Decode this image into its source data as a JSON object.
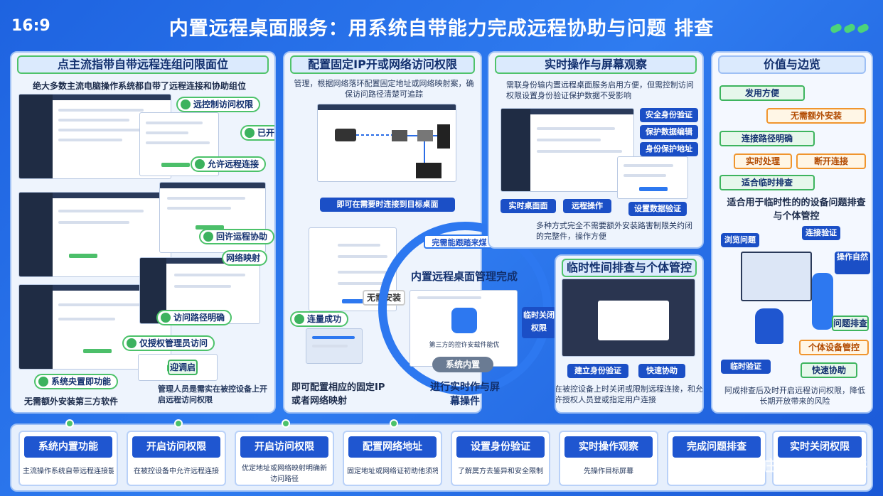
{
  "header": {
    "ratio": "16:9",
    "title": "内置远程桌面服务：用系统自带能力完成远程协助与问题 排查"
  },
  "panel1": {
    "title": "点主流指带自带远程连组问限面位",
    "subtitle": "绝大多数主流电脑操作系统都自带了远程连接和协助组位",
    "tags": [
      "远控制访问权限",
      "允许远程连接",
      "回许运程协助",
      "网络映射",
      "访问路径明确",
      "仅授权管理员访问"
    ],
    "bottom_tag": "系统央置即功能",
    "bottom_left": "无需额外安装第三方软件",
    "bottom_right": "管理人员是需实在被控设备上开启远程访问权限",
    "enabled": "已开启",
    "confirm": "迎调启"
  },
  "panel2": {
    "title": "配置固定IP开或网络访问权限",
    "text": "管理，根据网络落环配置固定地址或网络映射案，确保访问路径清楚可追踪",
    "label": "即可在需要时连接到目标桌面",
    "success": "连量成功",
    "no_install": "无需安装",
    "bottom": "即可配置相应的固定IP或者网络映射"
  },
  "center": {
    "arc_top": "完需能跟踏来煤",
    "title": "内置远程桌面管理完成",
    "window_text": "第三方的控许安载件能优",
    "tag": "系统内置",
    "bottom": "进行实时作与屏幕操件",
    "side_label": "临时关闭权限"
  },
  "panel3": {
    "title": "实时操作与屏幕观察",
    "text": "需联身份输内置远程桌面服务启用方便，但需控制访问权限设置身份验证保护数据不受影响",
    "tags": [
      "安全身份验证",
      "保护数据编辑",
      "身份保护地址"
    ],
    "btn1": "实时桌面面",
    "btn2": "远程操作",
    "btn3": "设置数据验证",
    "footer": "多种方式完全不需要额外安装路害制限关约闭的完整件，操作方便"
  },
  "panel4": {
    "title": "临时性间排查与个体管控",
    "btn1": "建立身份验证",
    "btn2": "快速协助",
    "footer": "在被控设备上时关闭或限制远程连接，和允许授权人员登或指定用户连接"
  },
  "panel5": {
    "title": "价值与边览",
    "items": [
      "发用方便",
      "无需额外安装",
      "连接路径明确",
      "实时处理",
      "断开连接",
      "适合临时排查"
    ],
    "text": "适合用于临时性的的设备问题排查与个体管控",
    "labels": [
      "浏览问题",
      "连接验证",
      "操作自然",
      "问题排查",
      "个体设备管控",
      "临时验证",
      "快速协助"
    ],
    "footer": "阿成排查后及时开启远程访问权限，降低长期开放带来的风险"
  },
  "steps": [
    {
      "title": "系统内置功能",
      "desc": "主流操作系统自带远程连接能力"
    },
    {
      "title": "开启访问权限",
      "desc": "在被控设备中允许远程连接"
    },
    {
      "title": "开启访问权限",
      "desc": "优定地址或网络映射明确新访问路径"
    },
    {
      "title": "配置网络地址",
      "desc": "固定地址或网络证初助他须将"
    },
    {
      "title": "设置身份验证",
      "desc": "了解属方去鉴异和安全限制"
    },
    {
      "title": "实时操作观察",
      "desc": "先操作目标屏幕"
    },
    {
      "title": "完成问题排查",
      "desc": ""
    },
    {
      "title": "实时关闭权限",
      "desc": ""
    }
  ],
  "watermark": "石家庄洞察之眼软件"
}
